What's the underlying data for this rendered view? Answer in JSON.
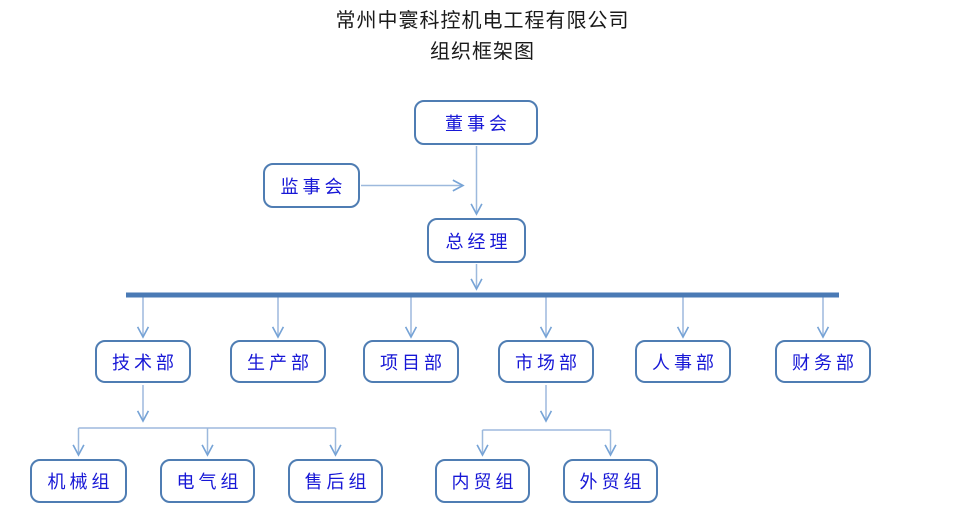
{
  "title": {
    "company": "常州中寰科控机电工程有限公司",
    "subtitle": "组织框架图"
  },
  "nodes": {
    "board": "董事会",
    "supervisor": "监事会",
    "general_manager": "总经理",
    "departments": [
      "技术部",
      "生产部",
      "项目部",
      "市场部",
      "人事部",
      "财务部"
    ],
    "tech_groups": [
      "机械组",
      "电气组",
      "售后组"
    ],
    "market_groups": [
      "内贸组",
      "外贸组"
    ]
  },
  "colors": {
    "box_border": "#4f7db3",
    "box_text": "#1717d6",
    "connector": "#9db9dd",
    "arrowhead": "#76a3d6",
    "bar": "#4a7ab5",
    "title_text": "#1a1a1a"
  }
}
